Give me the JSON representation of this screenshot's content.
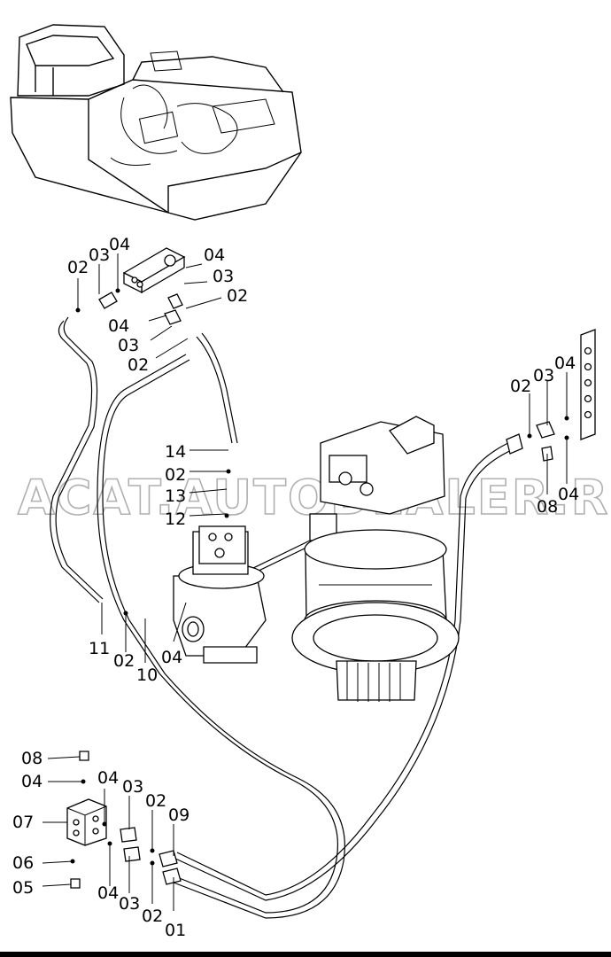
{
  "watermark": "ACAT.AUTODEALER.RU",
  "callouts": [
    {
      "id": "c1",
      "text": "02"
    },
    {
      "id": "c2",
      "text": "03"
    },
    {
      "id": "c3",
      "text": "04"
    },
    {
      "id": "c4",
      "text": "04"
    },
    {
      "id": "c5",
      "text": "03"
    },
    {
      "id": "c6",
      "text": "02"
    },
    {
      "id": "c7",
      "text": "04"
    },
    {
      "id": "c8",
      "text": "03"
    },
    {
      "id": "c9",
      "text": "02"
    },
    {
      "id": "c10",
      "text": "14"
    },
    {
      "id": "c11",
      "text": "02"
    },
    {
      "id": "c12",
      "text": "13"
    },
    {
      "id": "c13",
      "text": "12"
    },
    {
      "id": "c14",
      "text": "02"
    },
    {
      "id": "c15",
      "text": "03"
    },
    {
      "id": "c16",
      "text": "04"
    },
    {
      "id": "c17",
      "text": "08"
    },
    {
      "id": "c18",
      "text": "04"
    },
    {
      "id": "c19",
      "text": "11"
    },
    {
      "id": "c20",
      "text": "02"
    },
    {
      "id": "c21",
      "text": "10"
    },
    {
      "id": "c22",
      "text": "04"
    },
    {
      "id": "c23",
      "text": "08"
    },
    {
      "id": "c24",
      "text": "04"
    },
    {
      "id": "c25",
      "text": "07"
    },
    {
      "id": "c26",
      "text": "06"
    },
    {
      "id": "c27",
      "text": "05"
    },
    {
      "id": "c28",
      "text": "04"
    },
    {
      "id": "c29",
      "text": "03"
    },
    {
      "id": "c30",
      "text": "02"
    },
    {
      "id": "c31",
      "text": "09"
    },
    {
      "id": "c32",
      "text": "04"
    },
    {
      "id": "c33",
      "text": "03"
    },
    {
      "id": "c34",
      "text": "02"
    },
    {
      "id": "c35",
      "text": "01"
    }
  ]
}
